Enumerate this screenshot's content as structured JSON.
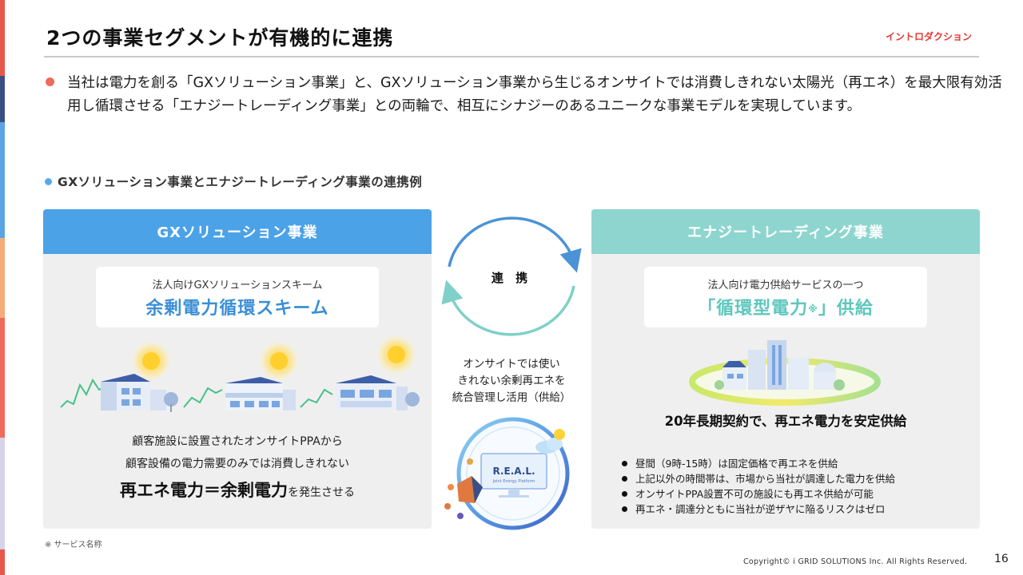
{
  "header": {
    "title": "2つの事業セグメントが有機的に連携",
    "tag": "イントロダクション"
  },
  "intro": {
    "text": "当社は電力を創る「GXソリューション事業」と、GXソリューション事業から生じるオンサイトでは消費しきれない太陽光（再エネ）を最大限有効活用し循環させる「エナジートレーディング事業」との両輪で、相互にシナジーのあるユニークな事業モデルを実現しています。"
  },
  "section": {
    "heading": "GXソリューション事業とエナジートレーディング事業の連携例"
  },
  "left_panel": {
    "header": "GXソリューション事業",
    "scheme_small": "法人向けGXソリューションスキーム",
    "scheme_big": "余剰電力循環スキーム",
    "desc_line1": "顧客施設に設置されたオンサイトPPAから",
    "desc_line2": "顧客設備の電力需要のみでは消費しきれない",
    "desc_big": "再エネ電力＝余剰電力",
    "desc_small": "を発生させる"
  },
  "center": {
    "cycle_label": "連 携",
    "line1": "オンサイトでは使い",
    "line2": "きれない余剰再エネを",
    "line3": "統合管理し活用（供給）",
    "platform_name": "R.E.A.L.",
    "platform_sub": "Joint Energy Platform"
  },
  "right_panel": {
    "header": "エナジートレーディング事業",
    "scheme_small": "法人向け電力供給サービスの一つ",
    "scheme_big_a": "「循環型電力",
    "scheme_mark": "※",
    "scheme_big_b": "」供給",
    "contract": "20年長期契約で、再エネ電力を安定供給",
    "bullets": [
      "昼間（9時-15時）は固定価格で再エネを供給",
      "上記以外の時間帯は、市場から当社が調達した電力を供給",
      "オンサイトPPA設置不可の施設にも再エネ供給が可能",
      "再エネ・調達分ともに当社が逆ザヤに陥るリスクはゼロ"
    ]
  },
  "footer": {
    "footnote": "※ サービス名称",
    "copyright": "Copyright© i GRID SOLUTIONS Inc. All Rights Reserved.",
    "page": "16"
  },
  "colors": {
    "accent_red": "#e83830",
    "gx_blue": "#4ba2e6",
    "trading_teal": "#8ed5cf"
  }
}
